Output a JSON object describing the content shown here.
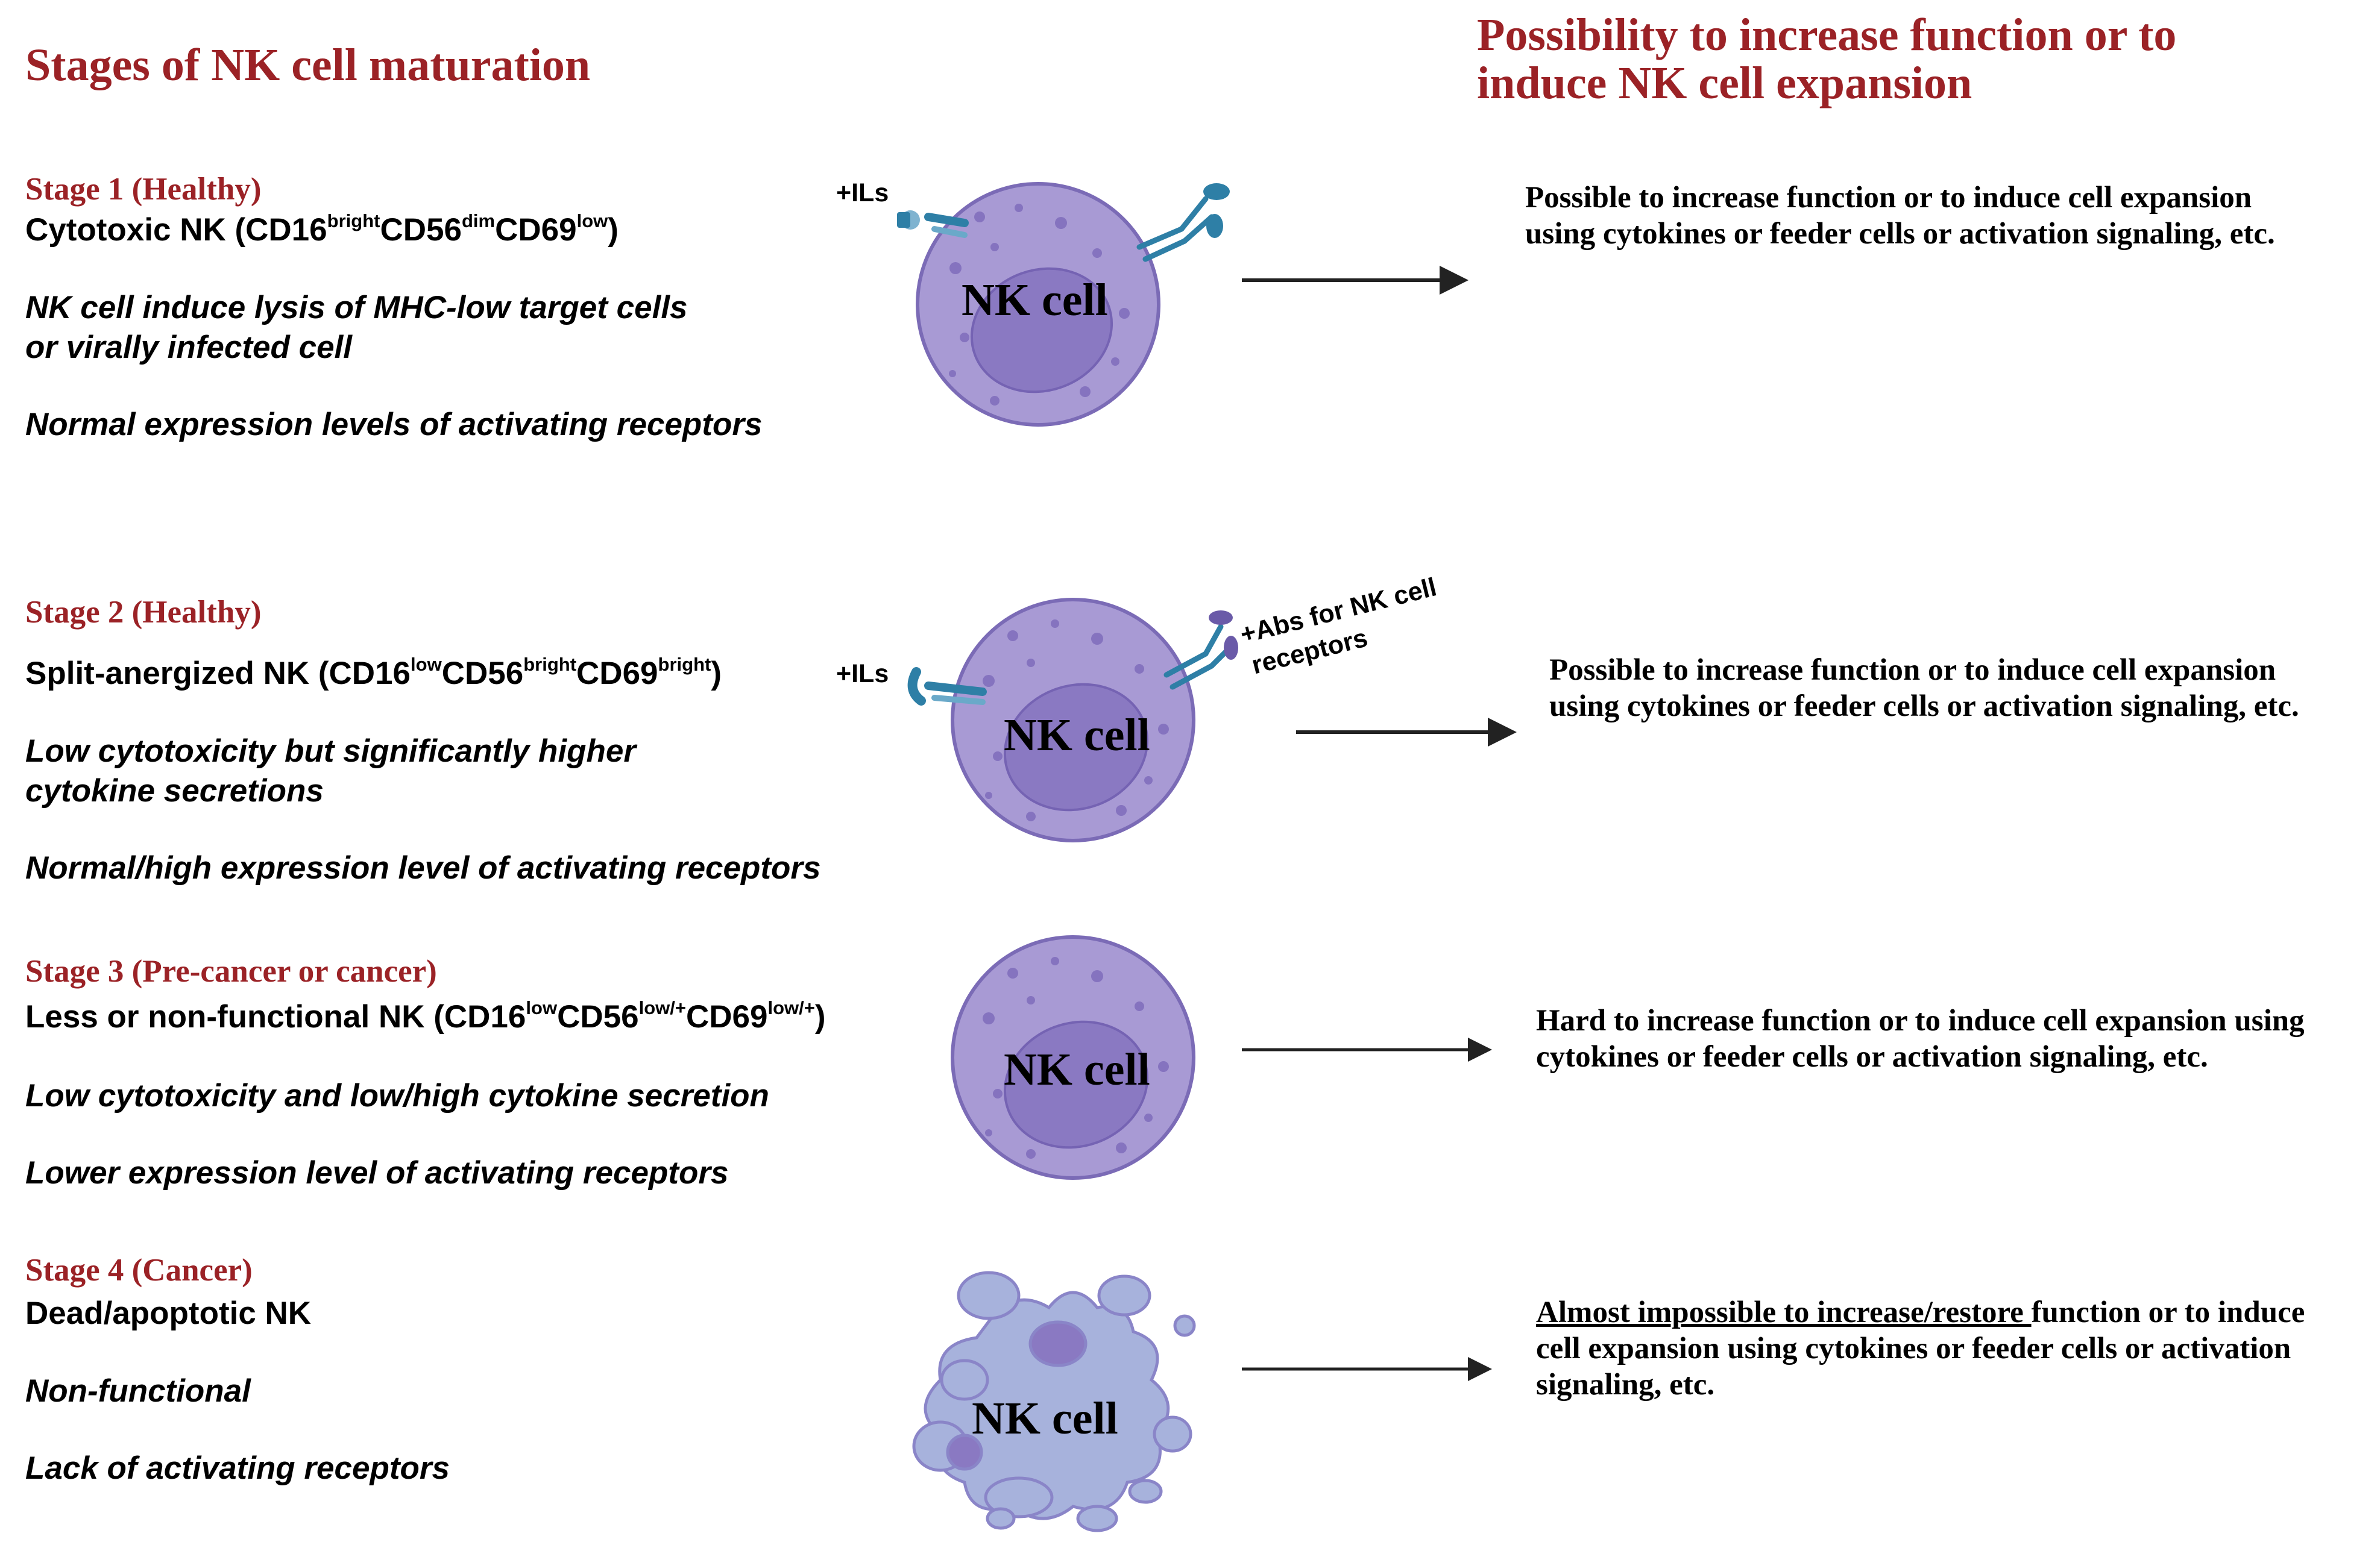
{
  "headers": {
    "left": "Stages of NK cell maturation",
    "right_line1": "Possibility to increase function or to",
    "right_line2": "induce NK cell expansion"
  },
  "colors": {
    "heading": "#9b2226",
    "cell_outer": "#a89ad4",
    "cell_nucleus": "#8a79c2",
    "apoptotic_fragment": "#a7b2dc",
    "receptor": "#2e7fa6"
  },
  "cell_label": "NK cell",
  "il_label": "+ILs",
  "abs_label_line1": "+Abs for NK cell",
  "abs_label_line2": "receptors",
  "stages": [
    {
      "title": "Stage 1 (Healthy)",
      "phenotype": {
        "prefix": "Cytotoxic NK (CD16",
        "m1": "bright",
        "t2": "CD56",
        "m2": "dim",
        "t3": "CD69",
        "m3": "low",
        "suffix": ")"
      },
      "desc1_line1": "NK cell induce lysis of MHC-low target cells",
      "desc1_line2": "or virally infected cell",
      "desc2": "Normal expression levels of activating receptors",
      "right_line1": "Possible to increase function or to induce cell expansion",
      "right_line2": "using cytokines or feeder cells or activation signaling, etc."
    },
    {
      "title": "Stage 2 (Healthy)",
      "phenotype": {
        "prefix": "Split-anergized NK (CD16",
        "m1": "low",
        "t2": "CD56",
        "m2": "bright",
        "t3": "CD69",
        "m3": "bright",
        "suffix": ")"
      },
      "desc1_line1": "Low cytotoxicity but significantly higher",
      "desc1_line2": "cytokine secretions",
      "desc2": "Normal/high expression level of activating receptors",
      "right_line1": "Possible to increase function or to induce cell expansion",
      "right_line2": "using cytokines or feeder cells or activation signaling, etc."
    },
    {
      "title": "Stage 3 (Pre-cancer or cancer)",
      "phenotype": {
        "prefix": "Less or non-functional NK (CD16",
        "m1": "low",
        "t2": "CD56",
        "m2": "low/+",
        "t3": "CD69",
        "m3": "low/+",
        "suffix": ")"
      },
      "desc1": "Low cytotoxicity and low/high cytokine secretion",
      "desc2": "Lower expression level of activating receptors",
      "right_line1": "Hard to increase function or to induce cell expansion using",
      "right_line2": "cytokines or feeder cells or activation signaling, etc."
    },
    {
      "title": "Stage 4 (Cancer)",
      "phenotype_plain": "Dead/apoptotic NK",
      "desc1": "Non-functional",
      "desc2": "Lack of activating receptors",
      "right_underlined": "Almost impossible to increase/restore ",
      "right_line1_rest": "function or to induce",
      "right_line2": "cell expansion using cytokines or feeder cells or activation",
      "right_line3": "signaling, etc."
    }
  ]
}
